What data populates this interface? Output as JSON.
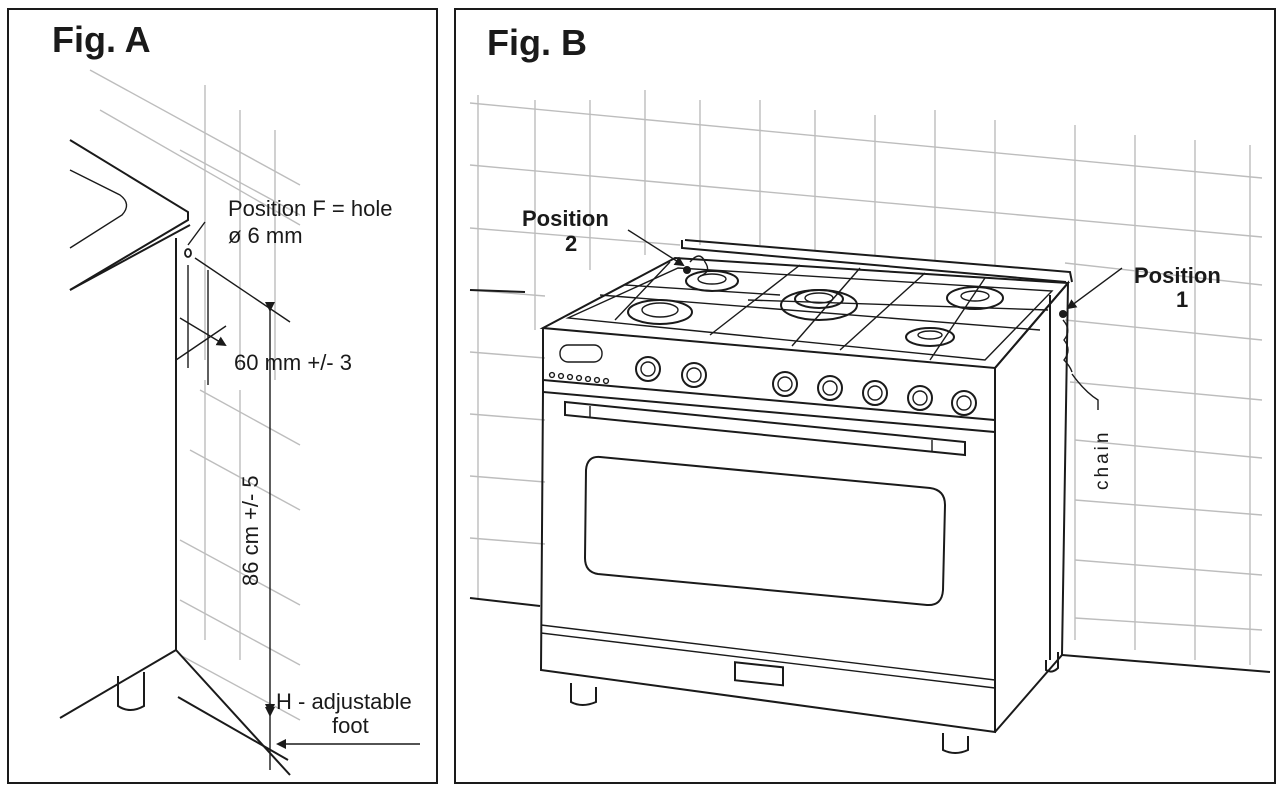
{
  "fig_a": {
    "title": "Fig. A",
    "hole_label_line1": "Position  F = hole",
    "hole_label_line2": "ø 6 mm",
    "distance_label": "60 mm +/- 3",
    "height_label": "86 cm +/- 5",
    "foot_label_line1": "H - adjustable",
    "foot_label_line2": "foot"
  },
  "fig_b": {
    "title": "Fig. B",
    "position2_line1": "Position",
    "position2_line2": "2",
    "position1_line1": "Position",
    "position1_line2": "1",
    "chain_label": "chain"
  },
  "colors": {
    "line": "#1a1a1a",
    "wall_grid": "#bdbdbd",
    "background": "#ffffff"
  }
}
